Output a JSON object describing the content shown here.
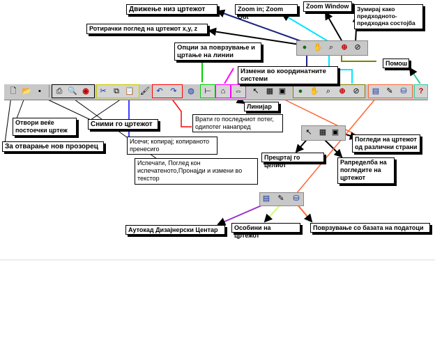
{
  "labels": {
    "move_down": "Движење низ цртежот",
    "zoom_in_out": "Zoom in; Zoom Out",
    "zoom_window": "Zoom Window",
    "zoom_previous": "Зумирај како предходното- предходна состојба",
    "rotate_view": "Ротирачки поглед на цртежот x,y, z",
    "line_options": "Опции за поврзување и цртање на линии",
    "change_coords": "Измени во координатните системи",
    "help": "Помош",
    "ruler": "Линијар",
    "undo_redo": "Врати го последниот потег, одипотег нанапред",
    "open_existing": "Отвори веќе постоечки цртеж",
    "save_drawing": "Сними го цртежот",
    "new_window": "За отварање нов прозорец",
    "cut_copy": "Исечи; копирај; копираното пренесиго",
    "print_find": "Испечати, Поглед кон испечатеното,Пронајди и измени во текстор",
    "views_sides": "Погледи на цртежот од различни страни",
    "redraw_whole": "Прецртај го целиот",
    "rearrange_views": "Рапределба на погледите на цртежот",
    "design_center": "Аутокад Дизајнерски Центар",
    "drawing_props": "Особини на цртежот",
    "db_connect": "Поврзување со базата на податоци"
  },
  "icons": {
    "new": "new-file-icon",
    "open": "open-folder-icon",
    "save": "save-disk-icon",
    "print": "print-icon",
    "preview": "print-preview-icon",
    "spell": "find-replace-icon",
    "cut": "cut-icon",
    "copy": "copy-icon",
    "paste": "paste-icon",
    "match": "match-properties-icon",
    "undo": "undo-icon",
    "redo": "redo-icon",
    "launch": "globe-icon",
    "pan": "pan-icon",
    "zoom": "zoom-icon",
    "help": "help-icon"
  },
  "colors": {
    "navy": "#1a237e",
    "cyan": "#00e5ff",
    "black": "#000000",
    "olive": "#808000",
    "green": "#00cc00",
    "magenta": "#ff00ff",
    "red": "#ff0000",
    "orange": "#ff6633",
    "teal": "#33cc99",
    "blue": "#0000ff",
    "purple": "#9933cc",
    "yellowgreen": "#ccff66"
  }
}
